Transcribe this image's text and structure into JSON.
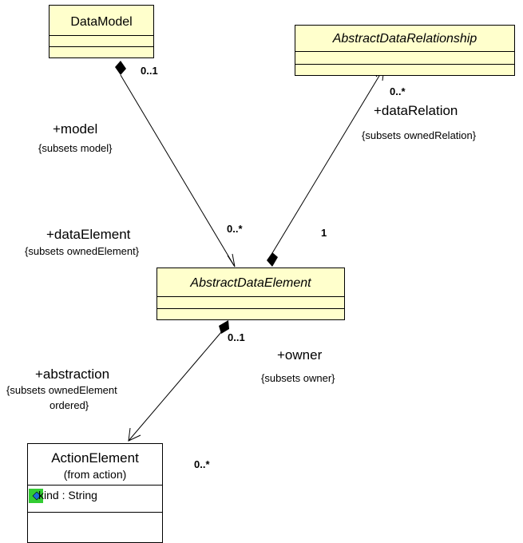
{
  "classes": {
    "data_model": {
      "name": "DataModel"
    },
    "abstract_data_relationship": {
      "name": "AbstractDataRelationship"
    },
    "abstract_data_element": {
      "name": "AbstractDataElement"
    },
    "action_element": {
      "name": "ActionElement",
      "from": "(from action)",
      "attribute": "kind : String",
      "attribute_icon": "attribute-icon"
    }
  },
  "associations": {
    "model": {
      "role": "+model",
      "constraint": "{subsets model}",
      "multiplicity_owner_end": "0..1",
      "multiplicity_member_end": "0..*",
      "member_role": "+dataElement",
      "member_constraint": "{subsets ownedElement}"
    },
    "relation": {
      "role": "+dataRelation",
      "constraint": "{subsets ownedRelation}",
      "multiplicity_member_end": "0..*",
      "multiplicity_owner_end": "1"
    },
    "abstraction": {
      "role": "+abstraction",
      "constraint_line1": "{subsets ownedElement",
      "constraint_line2": "ordered}",
      "multiplicity_owner_end": "0..1",
      "owner_role": "+owner",
      "owner_constraint": "{subsets owner}",
      "multiplicity_member_end": "0..*"
    }
  },
  "colors": {
    "class_fill": "#ffffcc",
    "attribute_icon_fill": "#33cc33",
    "attribute_icon_diamond": "#1e6fd6"
  }
}
